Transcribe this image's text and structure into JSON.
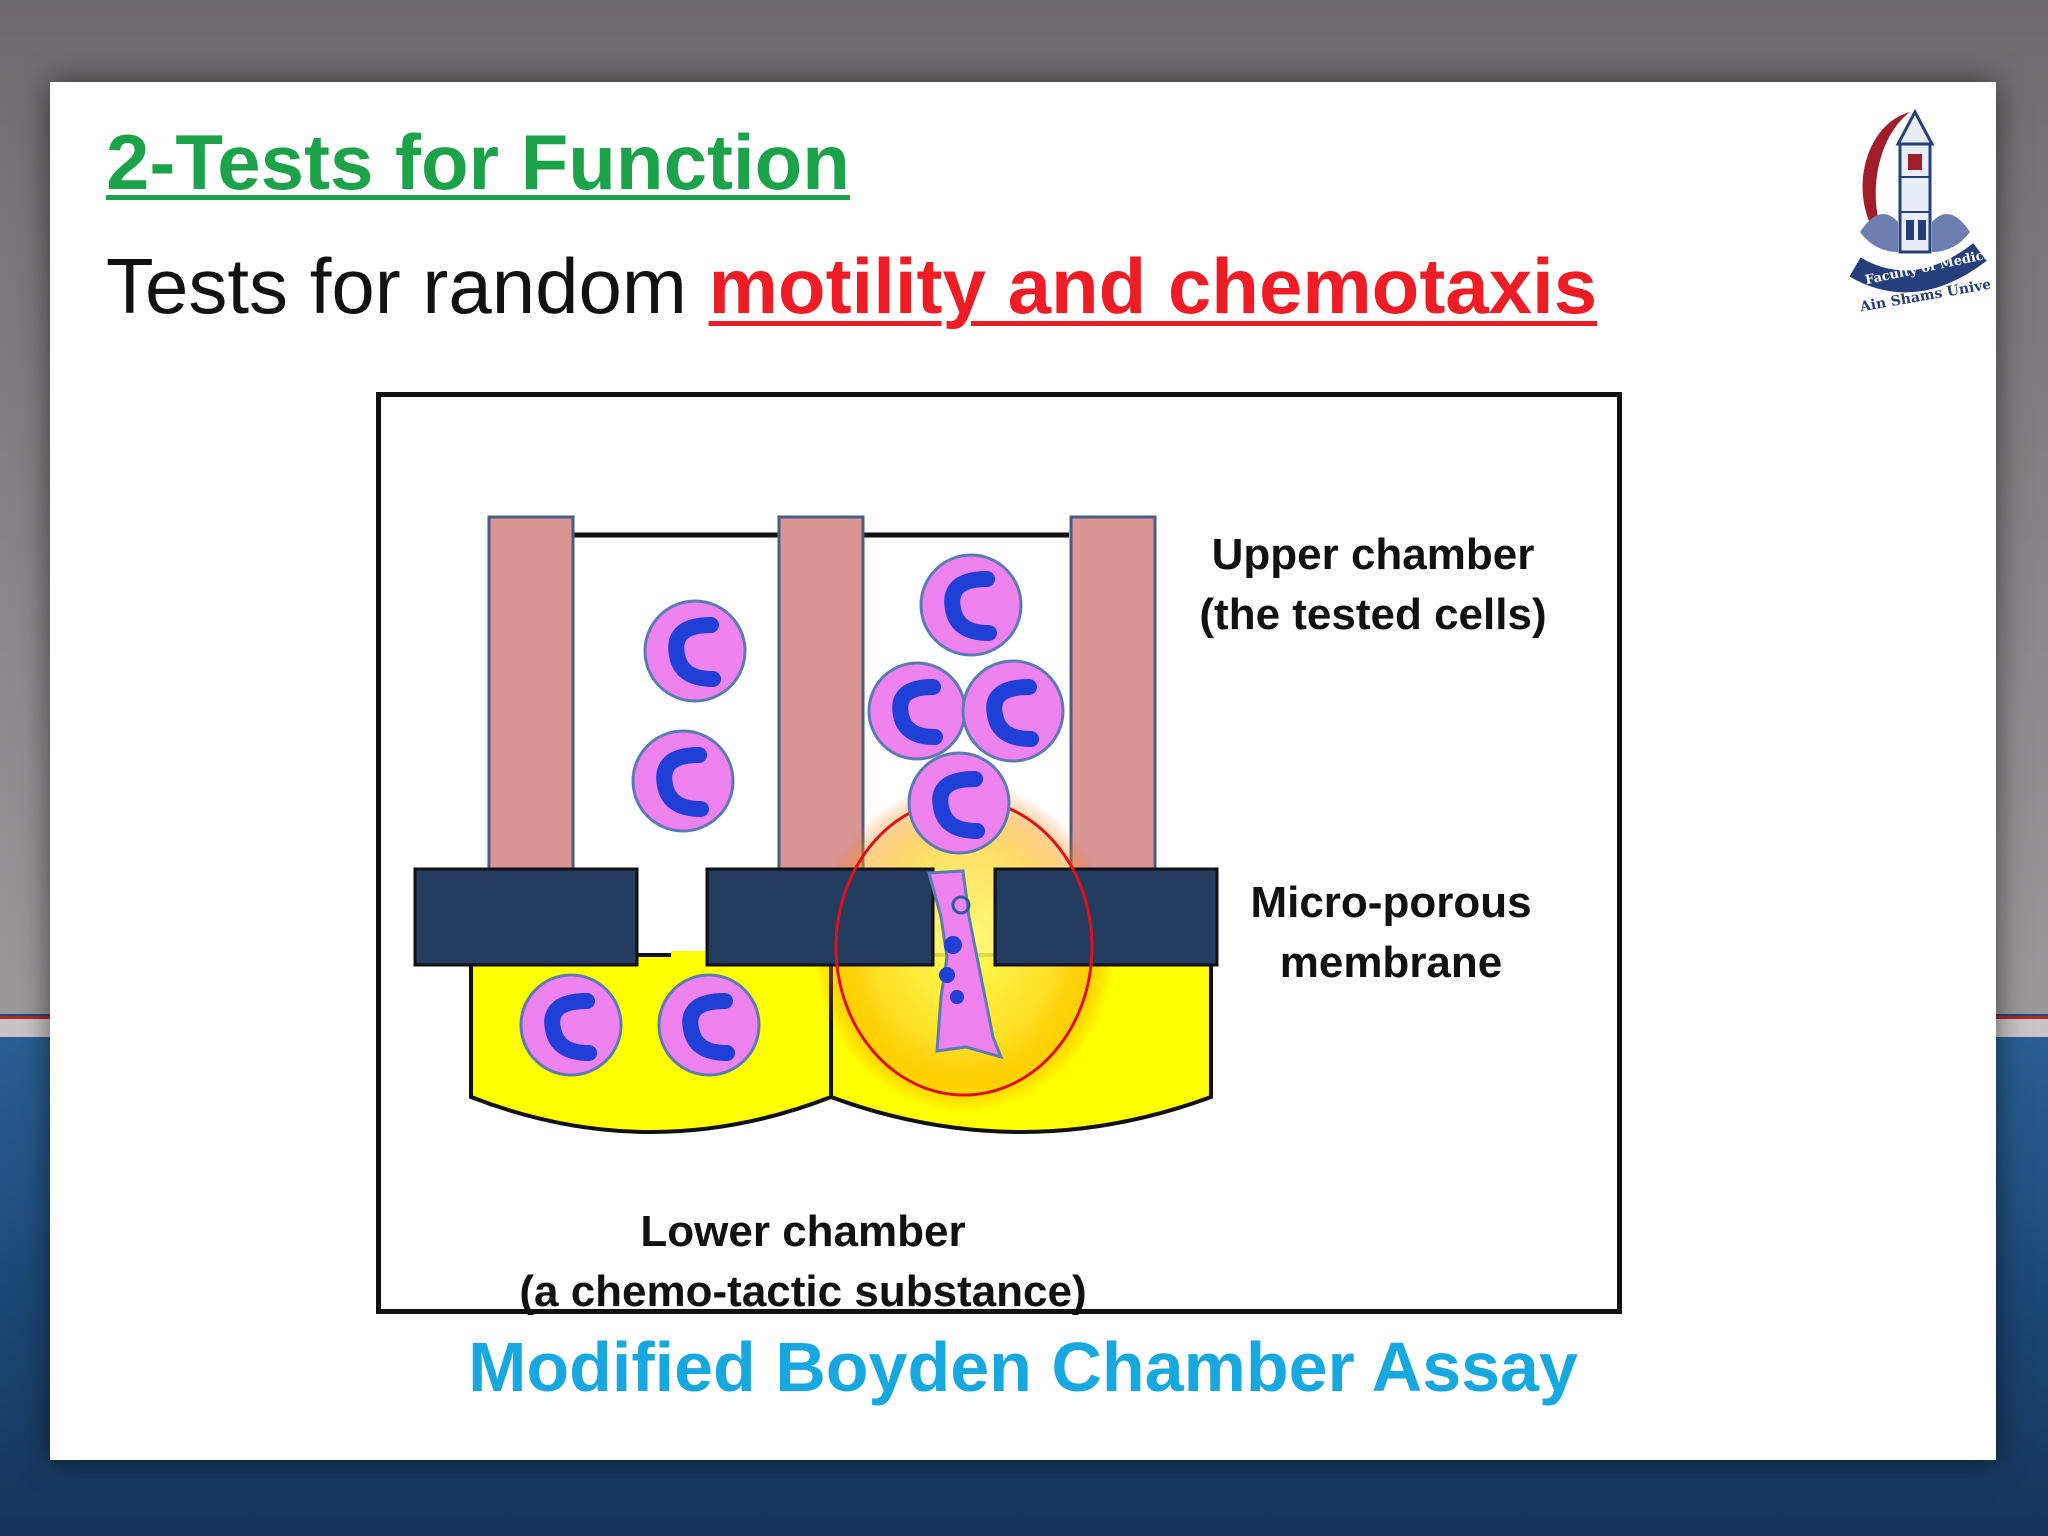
{
  "slide": {
    "title": "2-Tests for Function",
    "subtitle_plain": "Tests for random ",
    "subtitle_highlight": "motility and chemotaxis",
    "caption": "Modified Boyden Chamber Assay"
  },
  "logo": {
    "icon": "faculty-of-medicine-seal-icon",
    "text_top": "Faculty of Medicine",
    "text_bottom": "Ain Shams University"
  },
  "diagram": {
    "upper_label_1": "Upper chamber",
    "upper_label_2": "(the tested cells)",
    "membrane_label_1": "Micro-porous",
    "membrane_label_2": "membrane",
    "lower_label_1": "Lower  chamber",
    "lower_label_2": "(a chemo-tactic substance)"
  },
  "colors": {
    "title": "#1ca34a",
    "highlight": "#ee1c24",
    "caption": "#17a8e0",
    "wall": "#d99694",
    "membrane": "#243c5f",
    "lower_chamber": "#ffff00",
    "cell": "#ee82ee",
    "nucleus": "#1f3fd6"
  }
}
